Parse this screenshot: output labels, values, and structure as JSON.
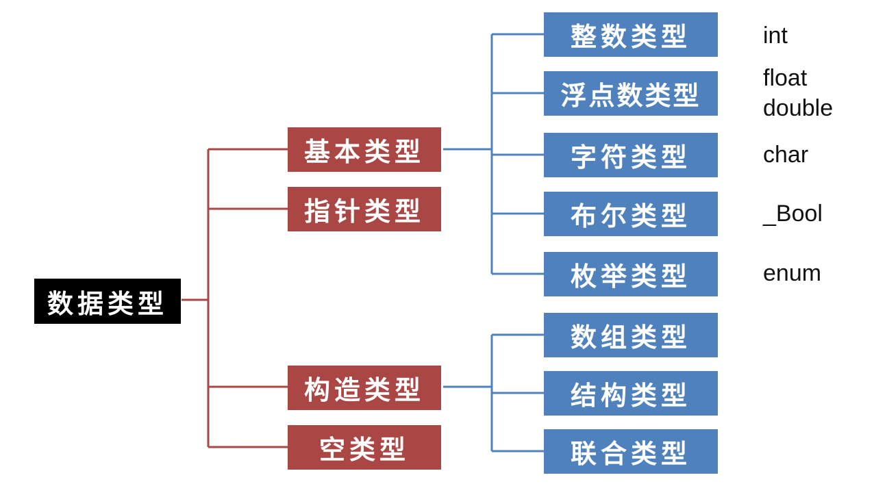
{
  "colors": {
    "root": "#000000",
    "red_branch": "#aa4643",
    "blue_branch": "#4f81bd"
  },
  "root": {
    "label": "数据类型"
  },
  "level1": [
    {
      "id": "basic",
      "label": "基本类型"
    },
    {
      "id": "pointer",
      "label": "指针类型"
    },
    {
      "id": "construct",
      "label": "构造类型"
    },
    {
      "id": "void",
      "label": "空类型"
    }
  ],
  "basic_children": [
    {
      "label": "整数类型",
      "keywords": [
        "int"
      ]
    },
    {
      "label": "浮点数类型",
      "keywords": [
        "float",
        "double"
      ]
    },
    {
      "label": "字符类型",
      "keywords": [
        "char"
      ]
    },
    {
      "label": "布尔类型",
      "keywords": [
        "_Bool"
      ]
    },
    {
      "label": "枚举类型",
      "keywords": [
        "enum"
      ]
    }
  ],
  "construct_children": [
    {
      "label": "数组类型"
    },
    {
      "label": "结构类型"
    },
    {
      "label": "联合类型"
    }
  ]
}
